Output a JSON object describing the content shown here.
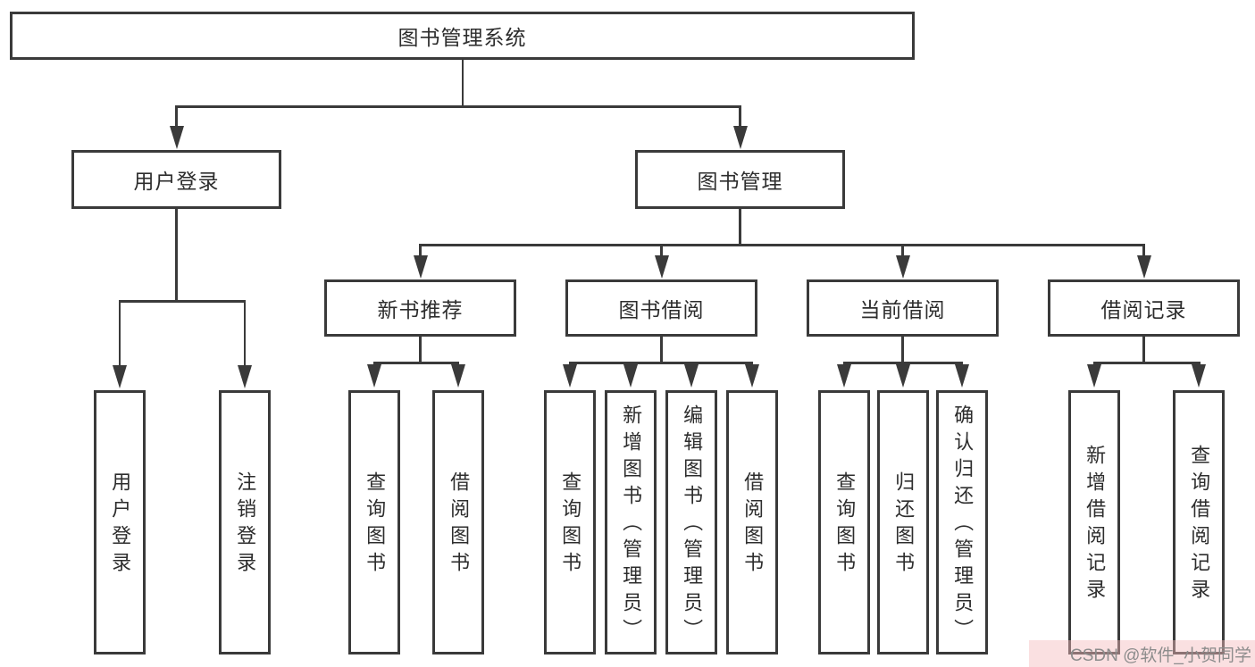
{
  "diagram": {
    "title_node": "图书管理系统",
    "level2_nodes": [
      "用户登录",
      "图书管理"
    ],
    "level3_nodes": [
      "新书推荐",
      "图书借阅",
      "当前借阅",
      "借阅记录"
    ],
    "leaf_nodes": [
      "用户登录",
      "注销登录",
      "查询图书",
      "借阅图书",
      "查询图书",
      "新增图书（管理员）",
      "编辑图书（管理员）",
      "借阅图书",
      "查询图书",
      "归还图书",
      "确认归还（管理员）",
      "新增借阅记录",
      "查询借阅记录"
    ]
  },
  "watermark": {
    "text": "CSDN @软件_小贺同学"
  },
  "colors": {
    "background": "#ffffff",
    "line": "#3a3a3a",
    "text": "#2d2d2d",
    "watermark_text": "#8c8c8c",
    "watermark_band": "#f4babd"
  }
}
